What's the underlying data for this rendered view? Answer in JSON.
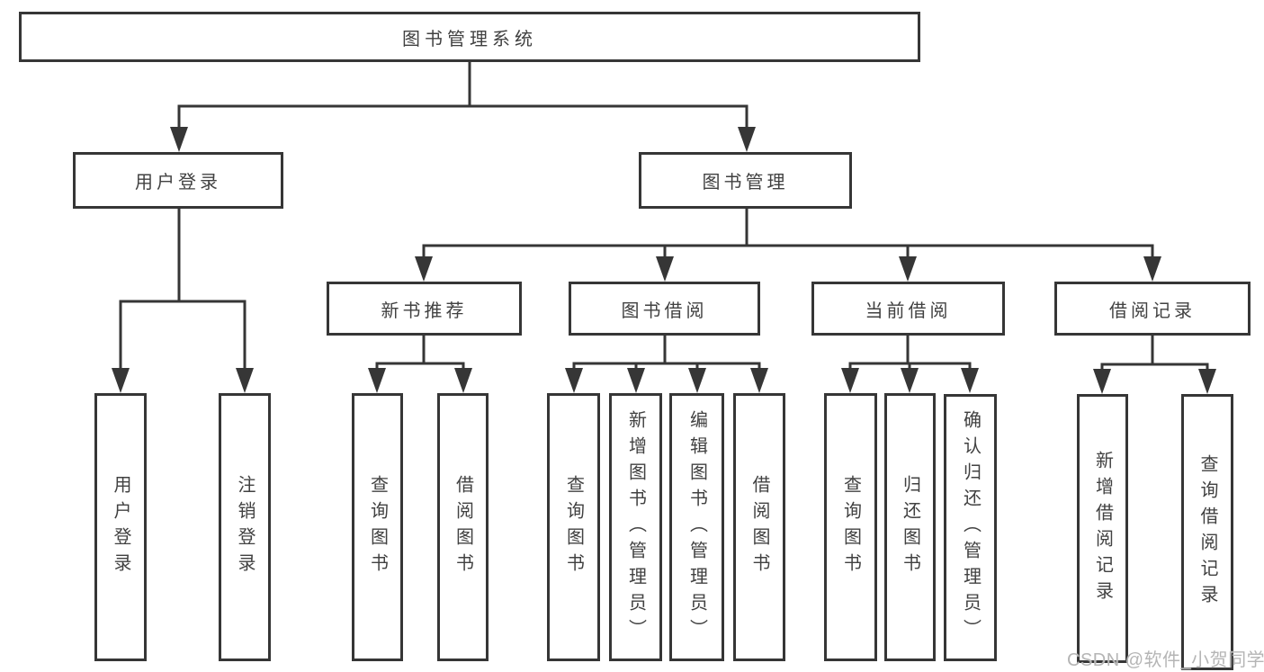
{
  "colors": {
    "line": "#363636",
    "text": "#414141",
    "watermark": "#b5b5b5",
    "background": "#ffffff"
  },
  "watermark": {
    "text": "CSDN @软件_小贺同学"
  },
  "tree": {
    "root": {
      "label": "图书管理系统",
      "children": [
        {
          "label": "用户登录",
          "children": [
            {
              "label": "用户登录"
            },
            {
              "label": "注销登录"
            }
          ]
        },
        {
          "label": "图书管理",
          "children": [
            {
              "label": "新书推荐",
              "children": [
                {
                  "label": "查询图书"
                },
                {
                  "label": "借阅图书"
                }
              ]
            },
            {
              "label": "图书借阅",
              "children": [
                {
                  "label": "查询图书"
                },
                {
                  "label": "新增图书（管理员）"
                },
                {
                  "label": "编辑图书（管理员）"
                },
                {
                  "label": "借阅图书"
                }
              ]
            },
            {
              "label": "当前借阅",
              "children": [
                {
                  "label": "查询图书"
                },
                {
                  "label": "归还图书"
                },
                {
                  "label": "确认归还（管理员）"
                }
              ]
            },
            {
              "label": "借阅记录",
              "children": [
                {
                  "label": "新增借阅记录"
                },
                {
                  "label": "查询借阅记录"
                }
              ]
            }
          ]
        }
      ]
    }
  }
}
